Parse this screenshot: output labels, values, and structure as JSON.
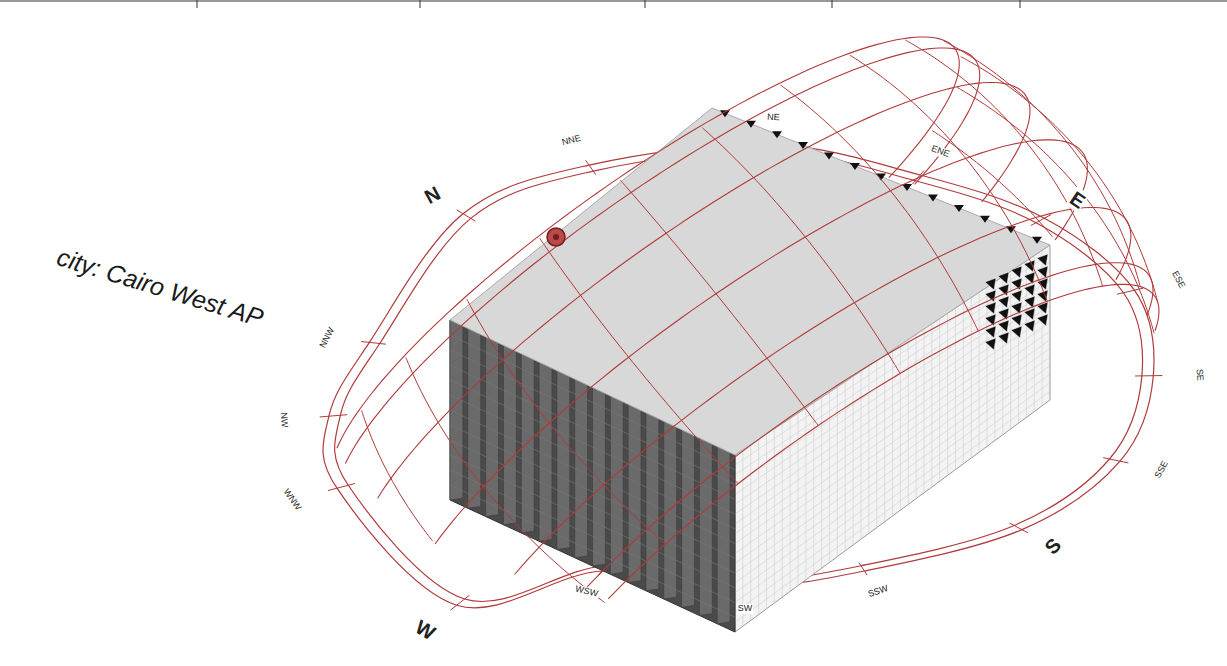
{
  "diagram": {
    "labels": [
      "N",
      "NNE",
      "NE",
      "ENE",
      "E",
      "ESE",
      "SE",
      "SSE",
      "S",
      "SSW",
      "SW",
      "WSW",
      "W",
      "WNW",
      "NW",
      "NNW",
      "city: Cairo West AP"
    ]
  }
}
